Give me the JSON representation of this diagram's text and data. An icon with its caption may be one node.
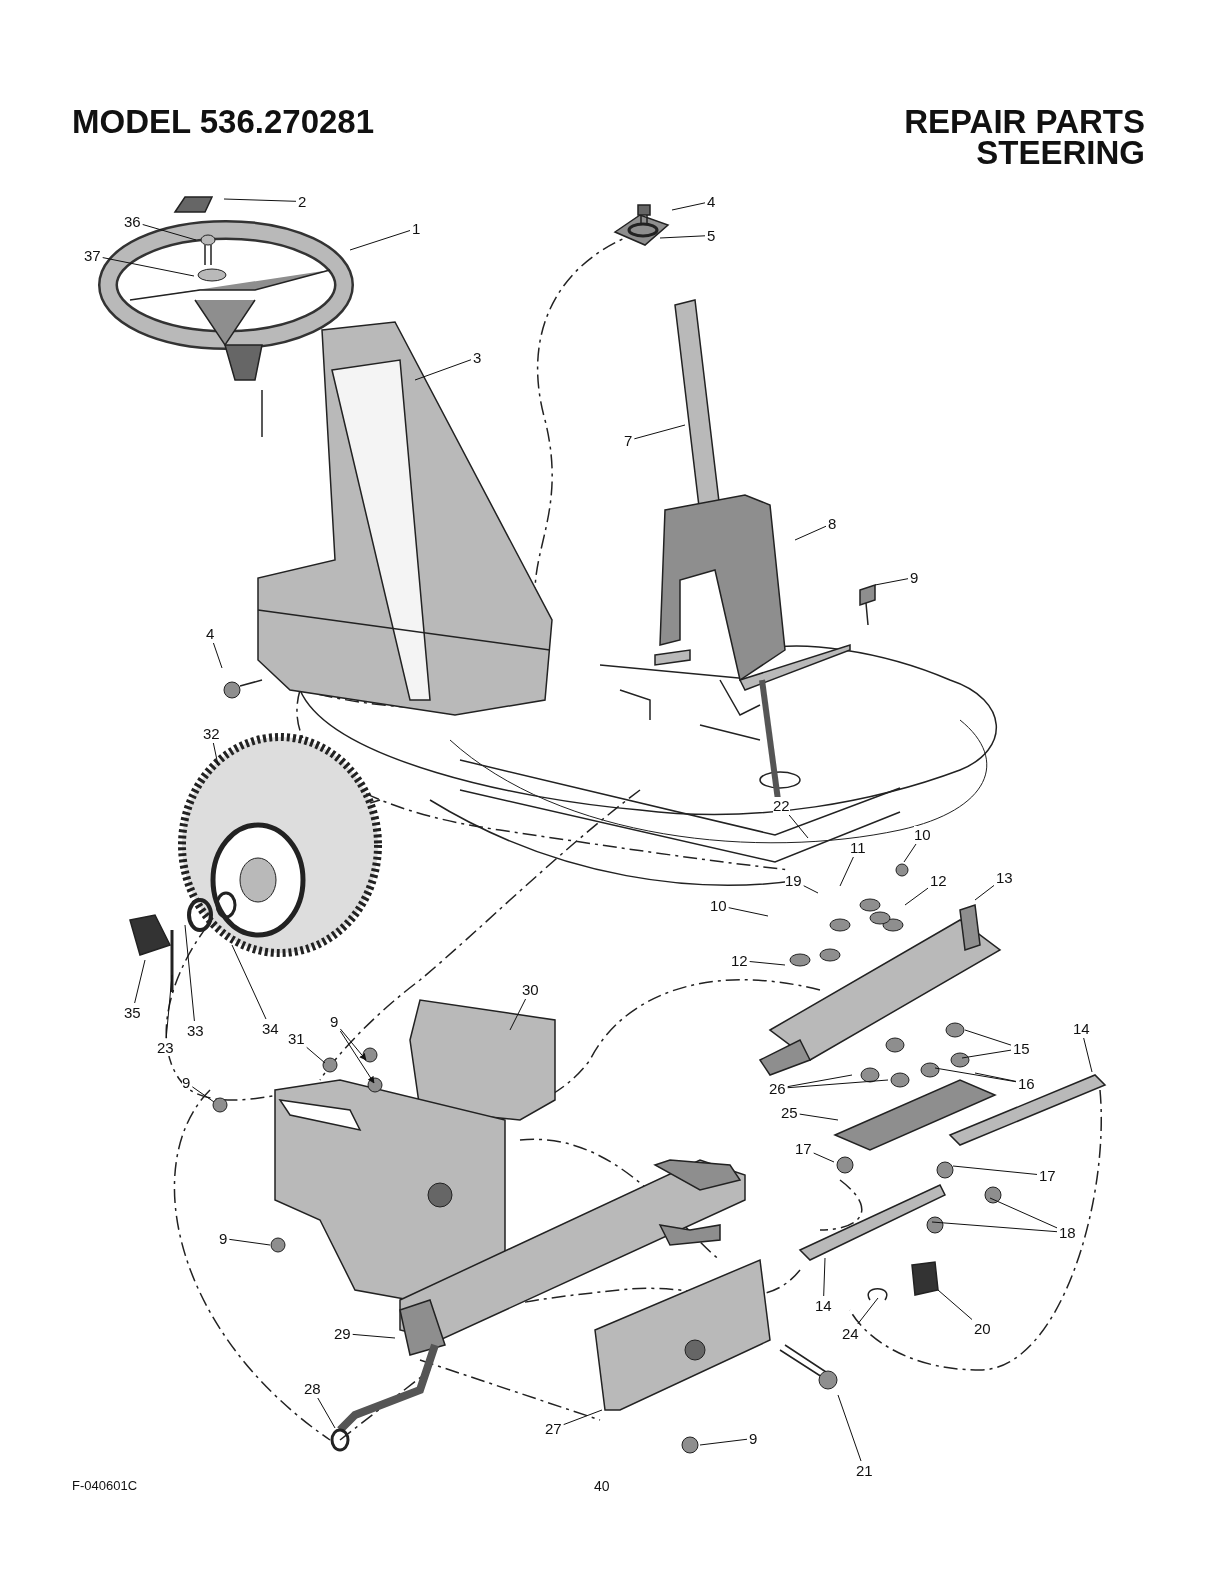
{
  "diagram": {
    "title": "MODEL 536.270281",
    "nodes": [
      {
        "text": [
          "1"
        ]
      },
      {
        "text": [
          "2"
        ]
      },
      {
        "text": [
          "36"
        ]
      },
      {
        "text": [
          "37"
        ]
      },
      {
        "text": [
          "3"
        ]
      },
      {
        "text": [
          "4"
        ]
      },
      {
        "text": [
          "5"
        ]
      },
      {
        "text": [
          "7"
        ]
      },
      {
        "text": [
          "8"
        ]
      },
      {
        "text": [
          "9"
        ]
      },
      {
        "text": [
          "4"
        ]
      },
      {
        "text": [
          "32"
        ]
      },
      {
        "text": [
          "22"
        ]
      },
      {
        "text": [
          "11"
        ]
      },
      {
        "text": [
          "10"
        ]
      },
      {
        "text": [
          "19"
        ]
      },
      {
        "text": [
          "12"
        ]
      },
      {
        "text": [
          "13"
        ]
      },
      {
        "text": [
          "10"
        ]
      },
      {
        "text": [
          "12"
        ]
      },
      {
        "text": [
          "30"
        ]
      },
      {
        "text": [
          "35"
        ]
      },
      {
        "text": [
          "33"
        ]
      },
      {
        "text": [
          "34"
        ]
      },
      {
        "text": [
          "23"
        ]
      },
      {
        "text": [
          "9"
        ]
      },
      {
        "text": [
          "31"
        ]
      },
      {
        "text": [
          "14"
        ]
      },
      {
        "text": [
          "15"
        ]
      },
      {
        "text": [
          "16"
        ]
      },
      {
        "text": [
          "26"
        ]
      },
      {
        "text": [
          "9"
        ]
      },
      {
        "text": [
          "25"
        ]
      },
      {
        "text": [
          "17"
        ]
      },
      {
        "text": [
          "17"
        ]
      },
      {
        "text": [
          "18"
        ]
      },
      {
        "text": [
          "9"
        ]
      },
      {
        "text": [
          "14"
        ]
      },
      {
        "text": [
          "24"
        ]
      },
      {
        "text": [
          "20"
        ]
      },
      {
        "text": [
          "29"
        ]
      },
      {
        "text": [
          "28"
        ]
      },
      {
        "text": [
          "27"
        ]
      },
      {
        "text": [
          "9"
        ]
      },
      {
        "text": [
          "21"
        ]
      }
    ],
    "edges": [
      {
        "from": 0,
        "to": null,
        "arrow": "none"
      },
      {
        "from": 1,
        "to": null,
        "arrow": "none"
      },
      {
        "from": 2,
        "to": null,
        "arrow": "none"
      },
      {
        "from": 3,
        "to": null,
        "arrow": "none"
      },
      {
        "from": 4,
        "to": null,
        "arrow": "none"
      },
      {
        "from": 5,
        "to": null,
        "arrow": "none"
      },
      {
        "from": 6,
        "to": null,
        "arrow": "none"
      },
      {
        "from": 7,
        "to": null,
        "arrow": "none"
      },
      {
        "from": 8,
        "to": null,
        "arrow": "none"
      },
      {
        "from": 9,
        "to": null,
        "arrow": "none"
      },
      {
        "from": 10,
        "to": null,
        "arrow": "none"
      },
      {
        "from": 11,
        "to": null,
        "arrow": "none"
      },
      {
        "from": 12,
        "to": null,
        "arrow": "none"
      },
      {
        "from": 13,
        "to": null,
        "arrow": "none"
      },
      {
        "from": 14,
        "to": null,
        "arrow": "none"
      },
      {
        "from": 15,
        "to": null,
        "arrow": "none"
      },
      {
        "from": 16,
        "to": null,
        "arrow": "none"
      },
      {
        "from": 17,
        "to": null,
        "arrow": "none"
      },
      {
        "from": 18,
        "to": null,
        "arrow": "none"
      },
      {
        "from": 19,
        "to": null,
        "arrow": "none"
      },
      {
        "from": 20,
        "to": null,
        "arrow": "none"
      },
      {
        "from": 21,
        "to": null,
        "arrow": "none"
      },
      {
        "from": 22,
        "to": null,
        "arrow": "none"
      },
      {
        "from": 23,
        "to": null,
        "arrow": "none"
      },
      {
        "from": 24,
        "to": null,
        "arrow": "none"
      },
      {
        "from": 25,
        "to": null,
        "arrow": "to"
      },
      {
        "from": 25,
        "to": null,
        "arrow": "to"
      },
      {
        "from": 26,
        "to": null,
        "arrow": "none"
      },
      {
        "from": 27,
        "to": null,
        "arrow": "none"
      },
      {
        "from": 28,
        "to": null,
        "arrow": "none"
      },
      {
        "from": 28,
        "to": null,
        "arrow": "none"
      },
      {
        "from": 29,
        "to": null,
        "arrow": "none"
      },
      {
        "from": 29,
        "to": null,
        "arrow": "none"
      },
      {
        "from": 30,
        "to": null,
        "arrow": "none"
      },
      {
        "from": 30,
        "to": null,
        "arrow": "none"
      },
      {
        "from": 31,
        "to": null,
        "arrow": "none"
      },
      {
        "from": 32,
        "to": null,
        "arrow": "none"
      },
      {
        "from": 33,
        "to": null,
        "arrow": "none"
      },
      {
        "from": 34,
        "to": null,
        "arrow": "none"
      },
      {
        "from": 35,
        "to": null,
        "arrow": "none"
      },
      {
        "from": 35,
        "to": null,
        "arrow": "none"
      },
      {
        "from": 36,
        "to": null,
        "arrow": "none"
      },
      {
        "from": 37,
        "to": null,
        "arrow": "none"
      },
      {
        "from": 38,
        "to": null,
        "arrow": "none"
      },
      {
        "from": 39,
        "to": null,
        "arrow": "none"
      },
      {
        "from": 40,
        "to": null,
        "arrow": "none"
      },
      {
        "from": 41,
        "to": null,
        "arrow": "none"
      },
      {
        "from": 42,
        "to": null,
        "arrow": "none"
      },
      {
        "from": 43,
        "to": null,
        "arrow": "none"
      },
      {
        "from": 44,
        "to": null,
        "arrow": "none"
      }
    ],
    "labels": [
      "REPAIR PARTS",
      "STEERING",
      "F-040601C",
      "40"
    ]
  }
}
